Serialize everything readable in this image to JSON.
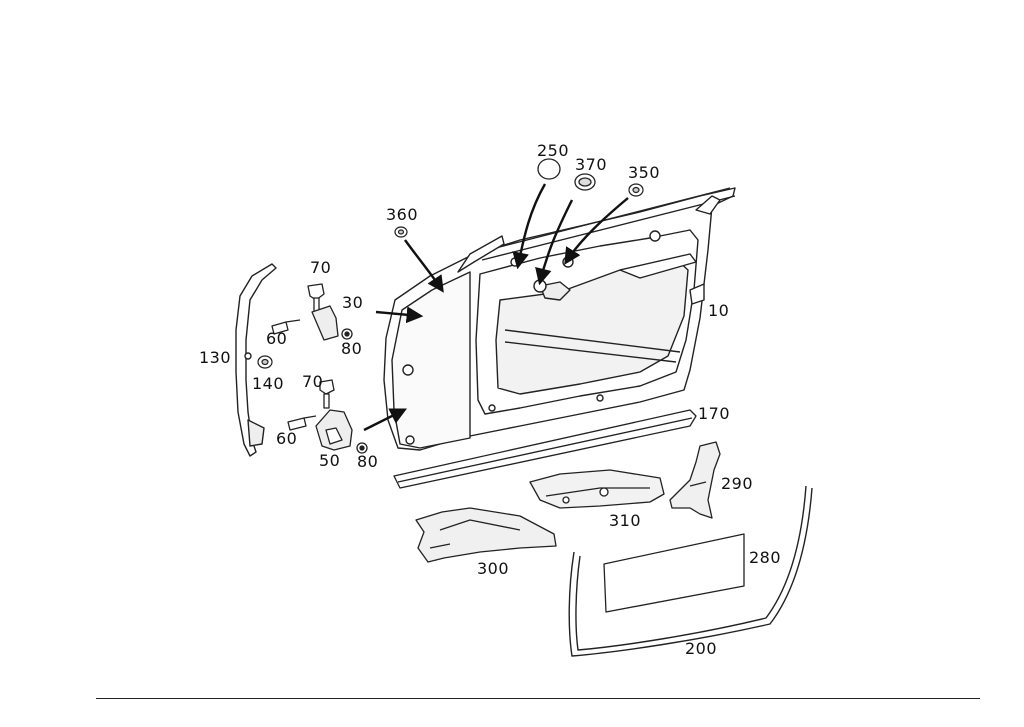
{
  "diagram": {
    "callouts": [
      {
        "id": "c250",
        "label": "250"
      },
      {
        "id": "c370",
        "label": "370"
      },
      {
        "id": "c350",
        "label": "350"
      },
      {
        "id": "c360",
        "label": "360"
      },
      {
        "id": "c70a",
        "label": "70"
      },
      {
        "id": "c30",
        "label": "30"
      },
      {
        "id": "c10",
        "label": "10"
      },
      {
        "id": "c60a",
        "label": "60"
      },
      {
        "id": "c80a",
        "label": "80"
      },
      {
        "id": "c130",
        "label": "130"
      },
      {
        "id": "c140",
        "label": "140"
      },
      {
        "id": "c70b",
        "label": "70"
      },
      {
        "id": "c170",
        "label": "170"
      },
      {
        "id": "c60b",
        "label": "60"
      },
      {
        "id": "c50",
        "label": "50"
      },
      {
        "id": "c80b",
        "label": "80"
      },
      {
        "id": "c290",
        "label": "290"
      },
      {
        "id": "c310",
        "label": "310"
      },
      {
        "id": "c280",
        "label": "280"
      },
      {
        "id": "c300",
        "label": "300"
      },
      {
        "id": "c200",
        "label": "200"
      }
    ],
    "colors": {
      "line": "#222222",
      "fill": "#ffffff",
      "shade": "#e9e9e9"
    }
  }
}
